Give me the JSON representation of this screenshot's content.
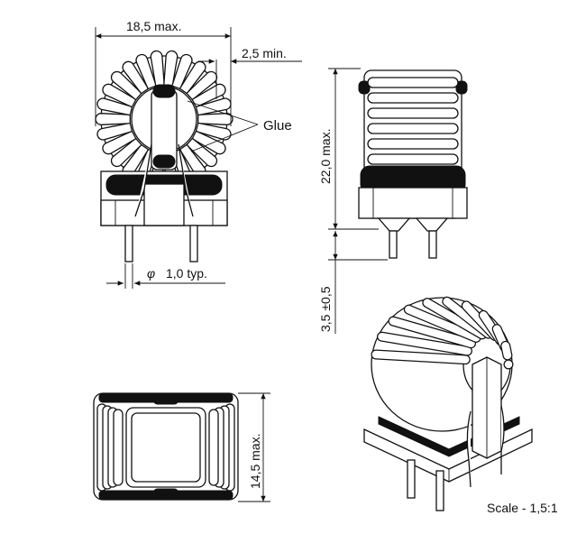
{
  "labels": {
    "width_max": "18,5  max.",
    "lead_spacing_min": "2,5  min.",
    "glue": "Glue",
    "lead_diameter": "1,0  typ.",
    "phi_symbol": "φ",
    "height_max": "22,0  max.",
    "lead_length": "3,5 ±0,5",
    "depth_max": "14,5  max.",
    "scale": "Scale - 1,5:1"
  },
  "icons": [
    "toroid-front-view-icon",
    "toroid-side-view-icon",
    "toroid-bottom-view-icon",
    "toroid-isometric-view-icon"
  ]
}
